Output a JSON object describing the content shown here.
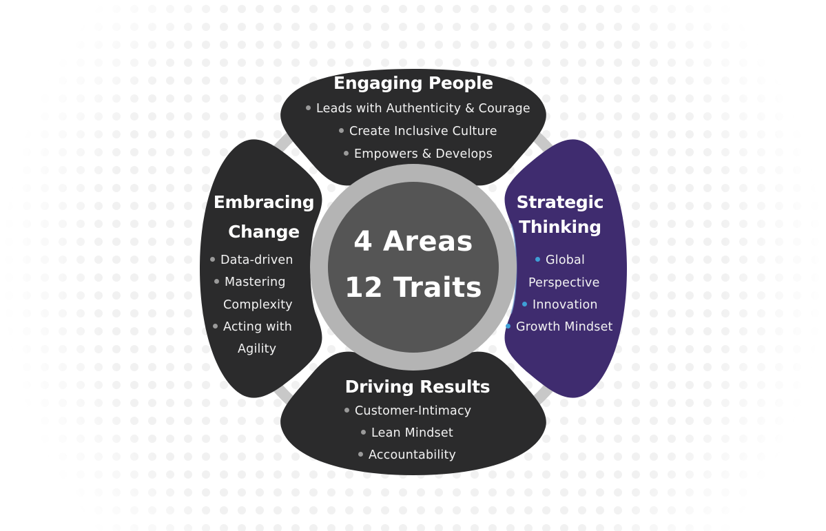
{
  "center": {
    "line1": "4 Areas",
    "line2": "12 Traits",
    "fill": "#555555",
    "ring": "#b4b4b4"
  },
  "areas": {
    "top": {
      "title": "Engaging People",
      "items": [
        "Leads with Authenticity & Courage",
        "Create Inclusive Culture",
        "Empowers & Develops"
      ]
    },
    "left": {
      "title_line1": "Embracing",
      "title_line2": "Change",
      "items": [
        "Data-driven",
        "Mastering",
        "Complexity",
        "Acting with",
        "Agility"
      ]
    },
    "right": {
      "title_line1": "Strategic",
      "title_line2": "Thinking",
      "items": [
        "Global",
        "Perspective",
        "Innovation",
        "Growth Mindset"
      ]
    },
    "bottom": {
      "title": "Driving Results",
      "items": [
        "Customer-Intimacy",
        "Lean Mindset",
        "Accountability"
      ]
    }
  },
  "colors": {
    "petal_dark": "#2b2b2c",
    "petal_highlight": "#3f2c6f",
    "bullet_gray": "#9a9a9a",
    "bullet_blue": "#3e9fd6",
    "dots": "#f1f1f1"
  }
}
